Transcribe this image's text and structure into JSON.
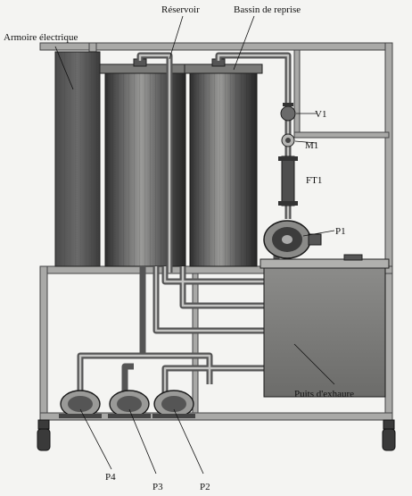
{
  "labels": {
    "armoire": "Armoire électrique",
    "reservoir": "Réservoir",
    "bassin": "Bassin de reprise",
    "v1": "V1",
    "m1": "M1",
    "ft1": "FT1",
    "p1": "P1",
    "puits": "Puits d'exhaure",
    "p4": "P4",
    "p3": "P3",
    "p2": "P2"
  },
  "colors": {
    "frame": "#8a8a88",
    "frame_dark": "#3a3a3a",
    "tank": "#6e6e6e",
    "tank_dark": "#2f2f2f",
    "pipe": "#9a9a98",
    "background": "#f4f4f2"
  }
}
